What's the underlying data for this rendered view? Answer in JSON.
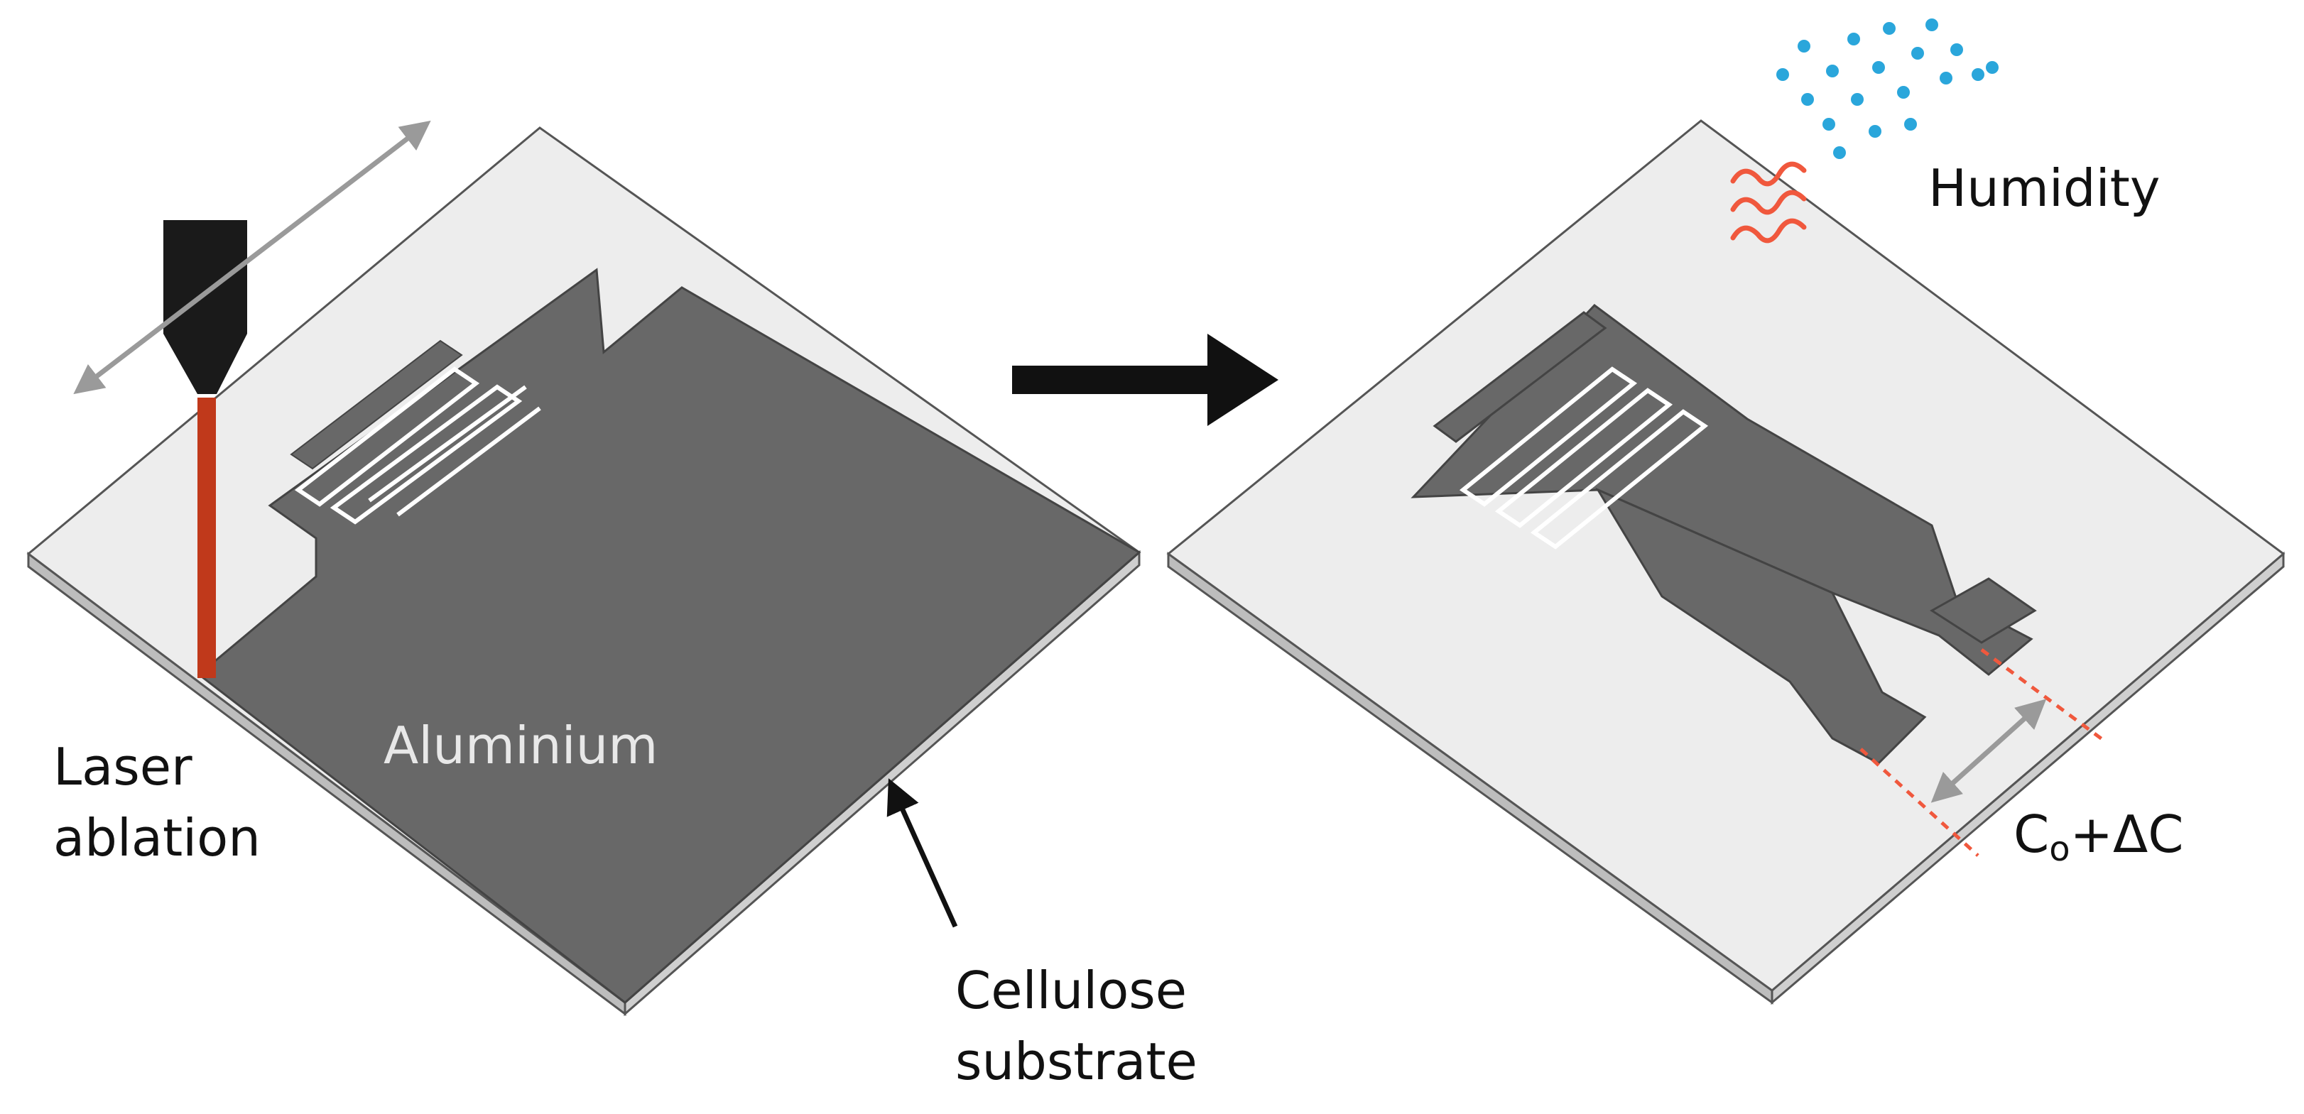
{
  "labels": {
    "aluminium": "Aluminium",
    "laser_line1": "Laser",
    "laser_line2": "ablation",
    "cellulose_line1": "Cellulose",
    "cellulose_line2": "substrate",
    "humidity": "Humidity",
    "capacitance_prefix": "C",
    "capacitance_subscript": "o",
    "capacitance_suffix": "+ΔC"
  },
  "colors": {
    "substrate_top": "#ededed",
    "substrate_edge": "#bdbdbd",
    "aluminium": "#686868",
    "laser_beam": "#c0391b",
    "laser_head": "#1a1a1a",
    "arrow_gray": "#9a9a9a",
    "humidity_dots": "#2aa6db",
    "heat_waves": "#f0583d",
    "process_arrow": "#111111"
  },
  "icons": {
    "laser_head": "laser-head-icon",
    "humidity": "water-droplets-icon",
    "heat": "heat-wave-icon"
  }
}
